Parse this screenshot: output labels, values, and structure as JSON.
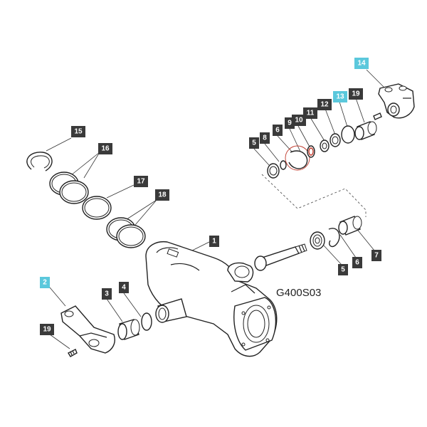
{
  "diagram": {
    "code": "G400S03",
    "colors": {
      "callout_dark": "#3a3a3a",
      "callout_highlight": "#5bc8dc",
      "seal_accent": "#c0392b"
    },
    "callouts": [
      {
        "id": "c1",
        "label": "1",
        "highlight": false
      },
      {
        "id": "c2",
        "label": "2",
        "highlight": true
      },
      {
        "id": "c3",
        "label": "3",
        "highlight": false
      },
      {
        "id": "c4",
        "label": "4",
        "highlight": false
      },
      {
        "id": "c5a",
        "label": "5",
        "highlight": false
      },
      {
        "id": "c5b",
        "label": "5",
        "highlight": false
      },
      {
        "id": "c6a",
        "label": "6",
        "highlight": false
      },
      {
        "id": "c6b",
        "label": "6",
        "highlight": false
      },
      {
        "id": "c7",
        "label": "7",
        "highlight": false
      },
      {
        "id": "c8",
        "label": "8",
        "highlight": false
      },
      {
        "id": "c9",
        "label": "9",
        "highlight": false
      },
      {
        "id": "c10",
        "label": "10",
        "highlight": false
      },
      {
        "id": "c11",
        "label": "11",
        "highlight": false
      },
      {
        "id": "c12",
        "label": "12",
        "highlight": false
      },
      {
        "id": "c13",
        "label": "13",
        "highlight": true
      },
      {
        "id": "c14",
        "label": "14",
        "highlight": true
      },
      {
        "id": "c15",
        "label": "15",
        "highlight": false
      },
      {
        "id": "c16",
        "label": "16",
        "highlight": false
      },
      {
        "id": "c17",
        "label": "17",
        "highlight": false
      },
      {
        "id": "c18",
        "label": "18",
        "highlight": false
      },
      {
        "id": "c19a",
        "label": "19",
        "highlight": false
      },
      {
        "id": "c19b",
        "label": "19",
        "highlight": false
      }
    ]
  }
}
